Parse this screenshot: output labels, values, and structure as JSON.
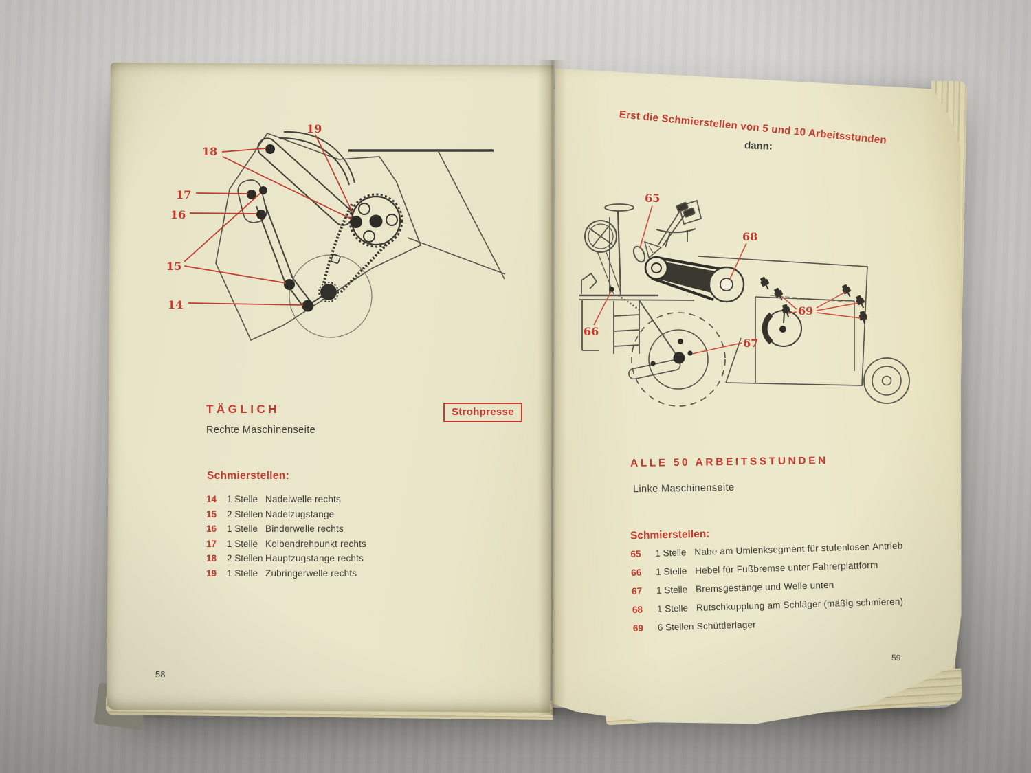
{
  "book": {
    "colors": {
      "accent_red": "#c23b2e",
      "ink": "#3b3a33",
      "paper": "#e9e5c8"
    },
    "left_page": {
      "page_number": "58",
      "section_title": "TÄGLICH",
      "section_subtitle": "Rechte Maschinenseite",
      "badge": "Strohpresse",
      "list_title": "Schmierstellen:",
      "items": [
        {
          "num": "14",
          "count": "1 Stelle",
          "name": "Nadelwelle rechts"
        },
        {
          "num": "15",
          "count": "2 Stellen",
          "name": "Nadelzugstange"
        },
        {
          "num": "16",
          "count": "1 Stelle",
          "name": "Binderwelle rechts"
        },
        {
          "num": "17",
          "count": "1 Stelle",
          "name": "Kolbendrehpunkt rechts"
        },
        {
          "num": "18",
          "count": "2 Stellen",
          "name": "Hauptzugstange rechts"
        },
        {
          "num": "19",
          "count": "1 Stelle",
          "name": "Zubringerwelle rechts"
        }
      ],
      "diagram": {
        "labels": {
          "l14": "14",
          "l15": "15",
          "l16": "16",
          "l17": "17",
          "l18": "18",
          "l19": "19"
        }
      }
    },
    "right_page": {
      "page_number": "59",
      "intro_line1": "Erst die Schmierstellen von 5 und 10 Arbeitsstunden",
      "intro_line2": "dann:",
      "section_title": "ALLE 50 ARBEITSSTUNDEN",
      "section_subtitle": "Linke Maschinenseite",
      "list_title": "Schmierstellen:",
      "items": [
        {
          "num": "65",
          "count": "1 Stelle",
          "name": "Nabe am Umlenksegment für stufenlosen Antrieb"
        },
        {
          "num": "66",
          "count": "1 Stelle",
          "name": "Hebel für Fußbremse unter Fahrerplattform"
        },
        {
          "num": "67",
          "count": "1 Stelle",
          "name": "Bremsgestänge und Welle unten"
        },
        {
          "num": "68",
          "count": "1 Stelle",
          "name": "Rutschkupplung am Schläger (mäßig schmieren)"
        },
        {
          "num": "69",
          "count": "6 Stellen",
          "name": "Schüttlerlager"
        }
      ],
      "diagram": {
        "labels": {
          "l65": "65",
          "l66": "66",
          "l67": "67",
          "l68": "68",
          "l69": "69"
        }
      }
    }
  }
}
